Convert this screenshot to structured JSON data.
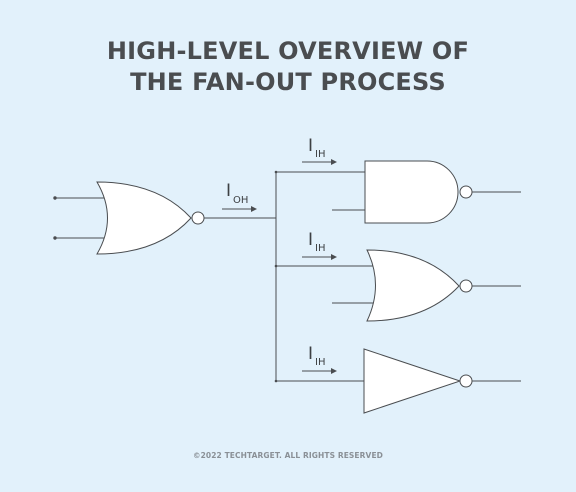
{
  "title": {
    "line1": "HIGH-LEVEL OVERVIEW OF",
    "line2": "THE FAN-OUT PROCESS"
  },
  "labels": {
    "ioh_main": "I",
    "ioh_sub": "OH",
    "iih1_main": "I",
    "iih1_sub": "IH",
    "iih2_main": "I",
    "iih2_sub": "IH",
    "iih3_main": "I",
    "iih3_sub": "IH"
  },
  "footer": "©2022 TECHTARGET. ALL RIGHTS RESERVED",
  "colors": {
    "background": "#e2f1fb",
    "gate_fill": "#ffffff",
    "wire": "#4a4d50",
    "title": "#4a4d50"
  }
}
